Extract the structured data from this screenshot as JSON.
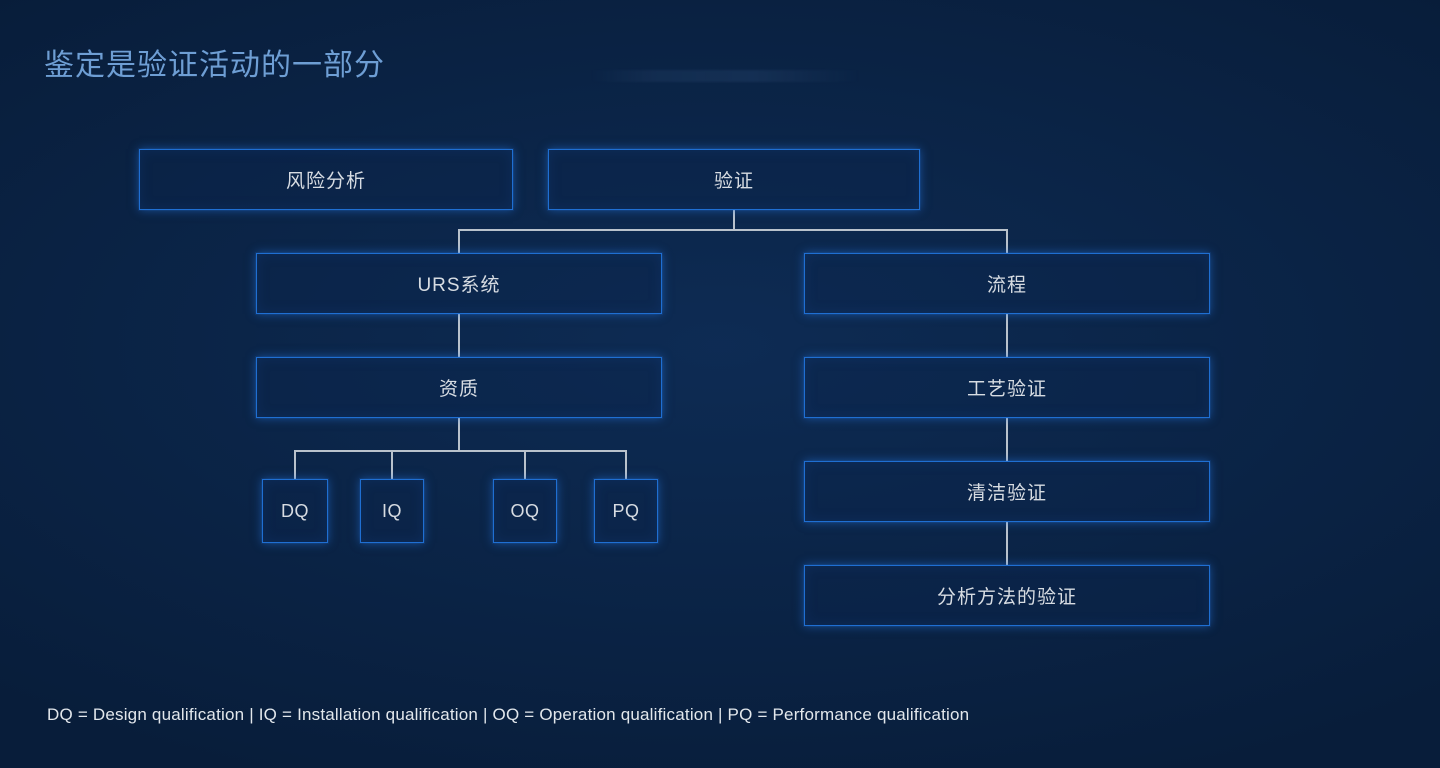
{
  "slide": {
    "title": "鉴定是验证活动的一部分",
    "background_color": "#081d3a",
    "title_color": "#6e9ed4",
    "node_border_color": "#1f6fd2",
    "node_text_color": "#d7dce2",
    "connector_color": "#b9c2cc"
  },
  "diagram_data": {
    "type": "tree-diagram",
    "nodes": [
      {
        "id": "risk",
        "label": "风险分析",
        "level": 1,
        "column": "left"
      },
      {
        "id": "validation",
        "label": "验证",
        "level": 1,
        "column": "right"
      },
      {
        "id": "urs",
        "label": "URS系统",
        "level": 2,
        "column": "left"
      },
      {
        "id": "process",
        "label": "流程",
        "level": 2,
        "column": "right"
      },
      {
        "id": "qualify",
        "label": "资质",
        "level": 3,
        "column": "left"
      },
      {
        "id": "proc_val",
        "label": "工艺验证",
        "level": 3,
        "column": "right"
      },
      {
        "id": "dq",
        "label": "DQ",
        "level": 4,
        "column": "left"
      },
      {
        "id": "iq",
        "label": "IQ",
        "level": 4,
        "column": "left"
      },
      {
        "id": "oq",
        "label": "OQ",
        "level": 4,
        "column": "left"
      },
      {
        "id": "pq",
        "label": "PQ",
        "level": 4,
        "column": "left"
      },
      {
        "id": "clean_val",
        "label": "清洁验证",
        "level": 4,
        "column": "right"
      },
      {
        "id": "method_val",
        "label": "分析方法的验证",
        "level": 5,
        "column": "right"
      }
    ],
    "edges": [
      {
        "from": "validation",
        "to": "urs"
      },
      {
        "from": "validation",
        "to": "process"
      },
      {
        "from": "urs",
        "to": "qualify"
      },
      {
        "from": "qualify",
        "to": "dq"
      },
      {
        "from": "qualify",
        "to": "iq"
      },
      {
        "from": "qualify",
        "to": "oq"
      },
      {
        "from": "qualify",
        "to": "pq"
      },
      {
        "from": "process",
        "to": "proc_val"
      },
      {
        "from": "proc_val",
        "to": "clean_val"
      },
      {
        "from": "clean_val",
        "to": "method_val"
      }
    ]
  },
  "footnote": "DQ = Design qualification | IQ = Installation qualification | OQ = Operation qualification | PQ = Performance qualification"
}
